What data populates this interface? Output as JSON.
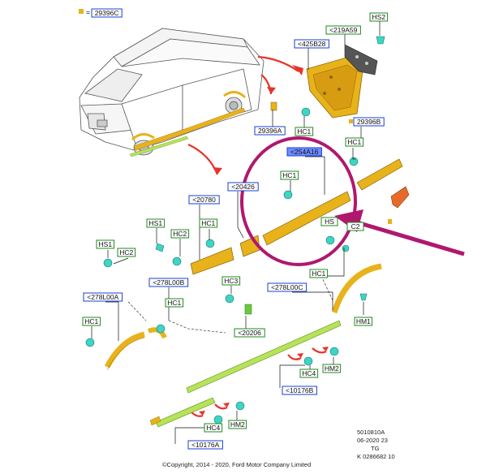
{
  "legend": {
    "key_label": "29396C",
    "eq": "="
  },
  "callouts": [
    {
      "id": "c-29396c",
      "text": "29396C",
      "kind": "blue"
    },
    {
      "id": "c-219a59",
      "text": "<219A59",
      "kind": "green"
    },
    {
      "id": "c-hs2",
      "text": "HS2",
      "kind": "green"
    },
    {
      "id": "c-425b28",
      "text": "<425B28",
      "kind": "blue"
    },
    {
      "id": "c-29396a",
      "text": "29396A",
      "kind": "blue"
    },
    {
      "id": "c-hc1-a",
      "text": "HC1",
      "kind": "green"
    },
    {
      "id": "c-29396b",
      "text": "29396B",
      "kind": "blue"
    },
    {
      "id": "c-hc1-b",
      "text": "HC1",
      "kind": "green"
    },
    {
      "id": "c-254a16",
      "text": "<254A16",
      "kind": "bluefill"
    },
    {
      "id": "c-hc1-c",
      "text": "HC1",
      "kind": "green"
    },
    {
      "id": "c-20426",
      "text": "<20426",
      "kind": "blue"
    },
    {
      "id": "c-20780",
      "text": "<20780",
      "kind": "blue"
    },
    {
      "id": "c-hs1-a",
      "text": "HS1",
      "kind": "green"
    },
    {
      "id": "c-hc1-d",
      "text": "HC1",
      "kind": "green"
    },
    {
      "id": "c-hc2-a",
      "text": "HC2",
      "kind": "green"
    },
    {
      "id": "c-hs1-b",
      "text": "HS1",
      "kind": "green"
    },
    {
      "id": "c-hc2-b",
      "text": "HC2",
      "kind": "green"
    },
    {
      "id": "c-hs-right",
      "text": "HS",
      "kind": "green"
    },
    {
      "id": "c-c2",
      "text": "C2",
      "kind": "green"
    },
    {
      "id": "c-278l00b",
      "text": "<278L00B",
      "kind": "blue"
    },
    {
      "id": "c-hc3",
      "text": "HC3",
      "kind": "green"
    },
    {
      "id": "c-278l00c",
      "text": "<278L00C",
      "kind": "blue"
    },
    {
      "id": "c-hc1-e",
      "text": "HC1",
      "kind": "green"
    },
    {
      "id": "c-278l00a",
      "text": "<278L00A",
      "kind": "blue"
    },
    {
      "id": "c-hc1-f",
      "text": "HC1",
      "kind": "green"
    },
    {
      "id": "c-hc1-g",
      "text": "HC1",
      "kind": "green"
    },
    {
      "id": "c-20206",
      "text": "<20206",
      "kind": "green"
    },
    {
      "id": "c-hm1",
      "text": "HM1",
      "kind": "green"
    },
    {
      "id": "c-hc4-a",
      "text": "HC4",
      "kind": "green"
    },
    {
      "id": "c-hm2-a",
      "text": "HM2",
      "kind": "green"
    },
    {
      "id": "c-10176b",
      "text": "<10176B",
      "kind": "blue"
    },
    {
      "id": "c-hc4-b",
      "text": "HC4",
      "kind": "green"
    },
    {
      "id": "c-hm2-b",
      "text": "HM2",
      "kind": "green"
    },
    {
      "id": "c-10176a",
      "text": "<10176A",
      "kind": "blue"
    }
  ],
  "footer": {
    "ref1": "5010810A",
    "ref2": "06-2020 23",
    "ref3": "TG",
    "ref4": "K 0286682 10",
    "copyright": "©Copyright, 2014 - 2020, Ford Motor Company Limited"
  },
  "colors": {
    "part_fill": "#e8b21a",
    "part_dark": "#b8860b",
    "clip_fill": "#3fd4c4",
    "arrow_red": "#e8332a",
    "highlight": "#b0186e",
    "strip_green": "#b6e35a"
  }
}
